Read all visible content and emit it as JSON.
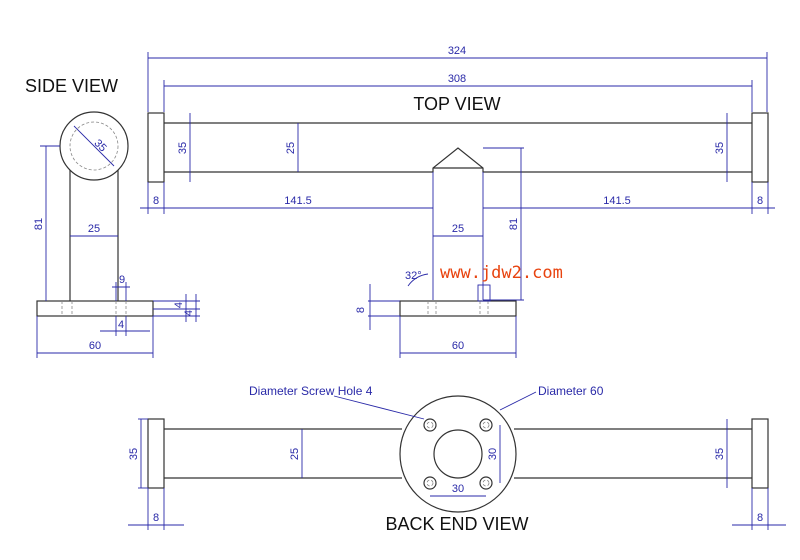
{
  "views": {
    "side": "SIDE VIEW",
    "top": "TOP VIEW",
    "back": "BACK END VIEW"
  },
  "watermark": "www.jdw2.com",
  "dims": {
    "overall": "324",
    "inner": "308",
    "bar_left": "35",
    "bar_mid": "25",
    "bar_right": "35",
    "end_left": "8",
    "end_right": "8",
    "half_left": "141.5",
    "half_right": "141.5",
    "post_width": "25",
    "post_height": "81",
    "side_circle": "35",
    "side_post": "25",
    "side_height": "81",
    "side_hole": "9",
    "side_t1": "4",
    "side_t2": "4",
    "side_gap": "4",
    "side_base": "60",
    "angle": "32°",
    "base_thick": "8",
    "base_width": "60",
    "back_left": "35",
    "back_mid": "25",
    "back_right": "35",
    "back_hole_v": "30",
    "back_hole_h": "30",
    "back_end_left": "8",
    "back_end_right": "8"
  },
  "notes": {
    "screw_hole": "Diameter Screw Hole 4",
    "diameter": "Diameter 60"
  },
  "colors": {
    "dimension": "#2a2aa8",
    "watermark": "#e8430f",
    "outline": "#333333"
  }
}
